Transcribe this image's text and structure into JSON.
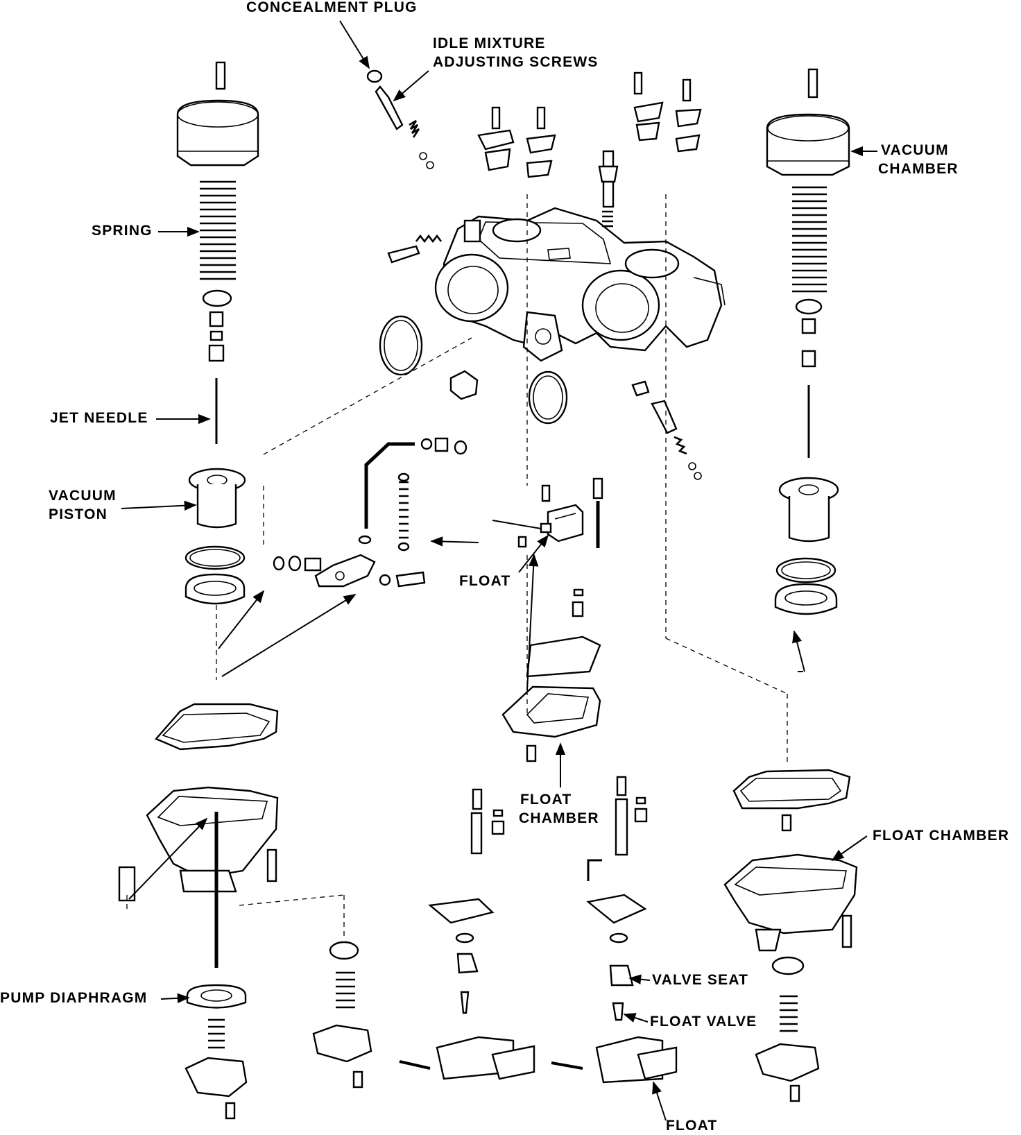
{
  "labels": {
    "concealment_plug": "CONCEALMENT PLUG",
    "idle_mixture_line1": "IDLE MIXTURE",
    "idle_mixture_line2": "ADJUSTING SCREWS",
    "vacuum_chamber_line1": "VACUUM",
    "vacuum_chamber_line2": "CHAMBER",
    "spring": "SPRING",
    "jet_needle": "JET NEEDLE",
    "vacuum_piston_line1": "VACUUM",
    "vacuum_piston_line2": "PISTON",
    "float_mid": "FLOAT",
    "float_chamber_mid_line1": "FLOAT",
    "float_chamber_mid_line2": "CHAMBER",
    "float_chamber_right": "FLOAT CHAMBER",
    "pump_diaphragm": "PUMP DIAPHRAGM",
    "valve_seat": "VALVE SEAT",
    "float_valve": "FLOAT VALVE",
    "float_bottom": "FLOAT"
  },
  "colors": {
    "ink": "#000000",
    "paper": "#ffffff"
  }
}
